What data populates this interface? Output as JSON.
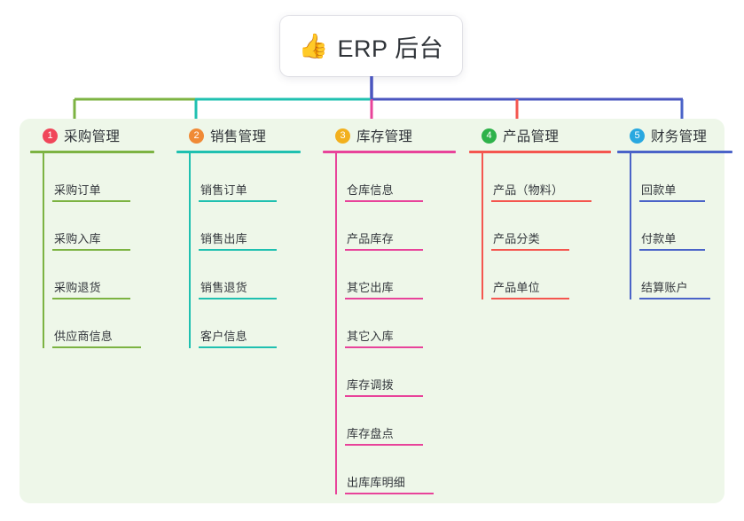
{
  "title": {
    "emoji": "👍",
    "emoji_name": "thumbs-up-emoji",
    "text": "ERP 后台"
  },
  "palette": {
    "panel_bg": "#eef7e9",
    "page_bg": "#ffffff",
    "trunk_line": "#4a55bf",
    "text": "#2f3338"
  },
  "columns": [
    {
      "number": "1",
      "label": "采购管理",
      "accent": "#7cb342",
      "badge_color": "#f0465a",
      "items": [
        {
          "label": "采购订单"
        },
        {
          "label": "采购入库"
        },
        {
          "label": "采购退货"
        },
        {
          "label": "供应商信息"
        }
      ]
    },
    {
      "number": "2",
      "label": "销售管理",
      "accent": "#1fc0b0",
      "badge_color": "#f08a36",
      "items": [
        {
          "label": "销售订单"
        },
        {
          "label": "销售出库"
        },
        {
          "label": "销售退货"
        },
        {
          "label": "客户信息"
        }
      ]
    },
    {
      "number": "3",
      "label": "库存管理",
      "accent": "#e8439a",
      "badge_color": "#f2b01e",
      "items": [
        {
          "label": "仓库信息"
        },
        {
          "label": "产品库存"
        },
        {
          "label": "其它出库"
        },
        {
          "label": "其它入库"
        },
        {
          "label": "库存调拨"
        },
        {
          "label": "库存盘点"
        },
        {
          "label": "出库库明细"
        }
      ]
    },
    {
      "number": "4",
      "label": "产品管理",
      "accent": "#f4564f",
      "badge_color": "#2eb24a",
      "items": [
        {
          "label": "产品（物料）"
        },
        {
          "label": "产品分类"
        },
        {
          "label": "产品单位"
        }
      ]
    },
    {
      "number": "5",
      "label": "财务管理",
      "accent": "#4a63c8",
      "badge_color": "#29a8e0",
      "items": [
        {
          "label": "回款单"
        },
        {
          "label": "付款单"
        },
        {
          "label": "结算账户"
        }
      ]
    }
  ]
}
